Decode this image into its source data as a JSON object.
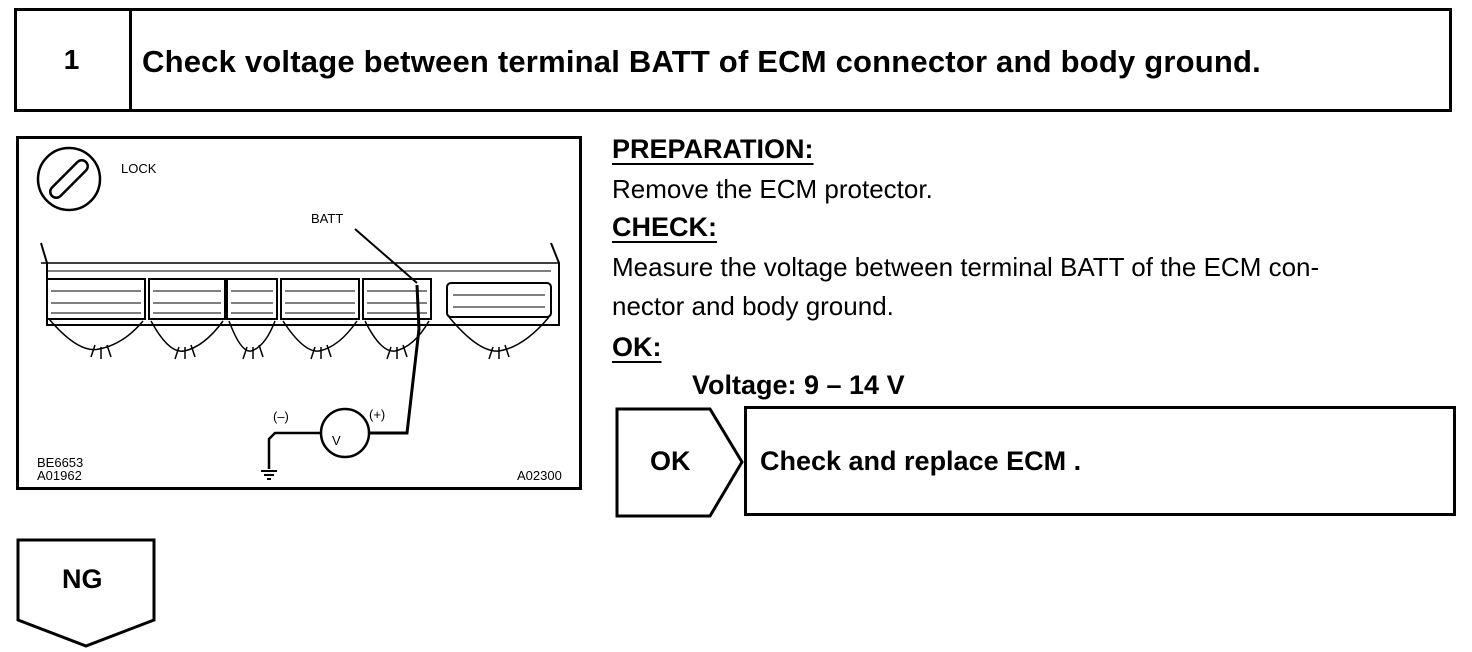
{
  "step": {
    "number": "1",
    "title": "Check voltage between terminal BATT of ECM connector and body ground."
  },
  "figure": {
    "lock_label": "LOCK",
    "batt_label": "BATT",
    "minus_label": "(–)",
    "plus_label": "(+)",
    "meter_symbol": "V",
    "code_left_1": "BE6653",
    "code_left_2": "A01962",
    "code_right": "A02300"
  },
  "instructions": {
    "preparation_heading": "PREPARATION:",
    "preparation_text": "Remove the ECM protector.",
    "check_heading": "CHECK:",
    "check_line_1": "Measure the voltage between terminal BATT of the ECM con-",
    "check_line_2": "nector and body ground.",
    "ok_heading": "OK:",
    "ok_value": "Voltage: 9 – 14 V"
  },
  "ok_result": {
    "label": "OK",
    "action": "Check and replace ECM ."
  },
  "ng_result": {
    "label": "NG"
  }
}
